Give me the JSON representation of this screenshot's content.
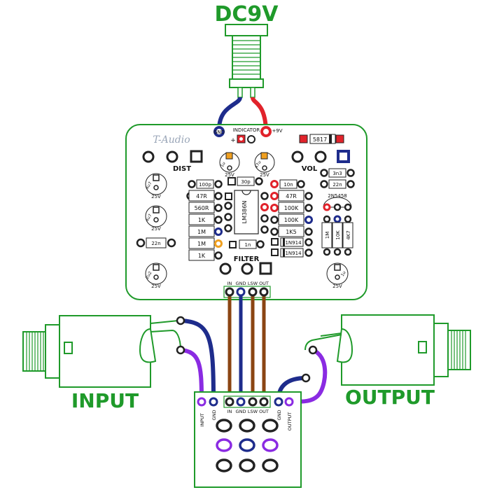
{
  "titles": {
    "power": "DC9V",
    "input": "INPUT",
    "output": "OUTPUT"
  },
  "brand": "T-Audio",
  "labels": {
    "dist": "DIST",
    "vol": "VOL",
    "filter": "FILTER",
    "indicator": "INDICATOR",
    "gnd_top": "GND",
    "plus9v": "+9V",
    "plus_sign": "+",
    "conn_in": "IN",
    "conn_gnd": "GND",
    "conn_lsw": "LSW",
    "conn_out": "OUT",
    "sw_input": "INPUT",
    "sw_gnd_l": "GND",
    "sw_in": "IN",
    "sw_gnd": "GND",
    "sw_lsw": "LSW",
    "sw_out": "OUT",
    "sw_gnd_r": "GND",
    "sw_output": "OUTPUT"
  },
  "parts": {
    "diode_5817": "5817",
    "cap_1u_top": "1u",
    "cap_25v_a": "25V",
    "cap_47u": "47u",
    "cap_25v_b": "25V",
    "cap_4u7_a": "4u7",
    "cap_25v_c": "25V",
    "cap_4u7_b": "4u7",
    "cap_25v_d": "25V",
    "cap_22n_left": "22n",
    "cap_2u2": "2u2",
    "cap_25v_e": "25V",
    "cap_100p": "100p",
    "cap_30p": "30p",
    "cap_10n": "10n",
    "cap_1n": "1n",
    "r_47r_left": "47R",
    "r_560r": "560R",
    "r_1k_a": "1K",
    "r_1m_a": "1M",
    "r_1m_b": "1M",
    "r_1k_b": "1K",
    "ic": "LM386N",
    "r_47r_right": "47R",
    "r_100k_a": "100K",
    "r_100k_b": "100K",
    "r_1k5": "1K5",
    "diode_1n914_a": "1N914",
    "diode_1n914_b": "1N914",
    "cap_3n3": "3n3",
    "cap_22n_right": "22n",
    "jfet": "2N5458",
    "r_1m_v": "1M",
    "r_10k_v": "10K",
    "r_4k7_v": "4K7",
    "cap_1u_right": "1u",
    "cap_25v_f": "25V"
  },
  "colors": {
    "green": "#1f9a2a",
    "wire_blue": "#1e2c8c",
    "wire_red": "#e1232b",
    "wire_purple": "#8a2be2",
    "wire_brown": "#8b4513",
    "pad_orange": "#f0a020",
    "pad_red": "#e1232b",
    "pad_blue": "#1e2c8c",
    "pad_purple": "#8a2be2"
  },
  "icons": {
    "dc_jack": "dc-jack-icon",
    "input_jack": "input-jack-icon",
    "output_jack": "output-jack-icon",
    "indicator_led": "led-icon"
  }
}
